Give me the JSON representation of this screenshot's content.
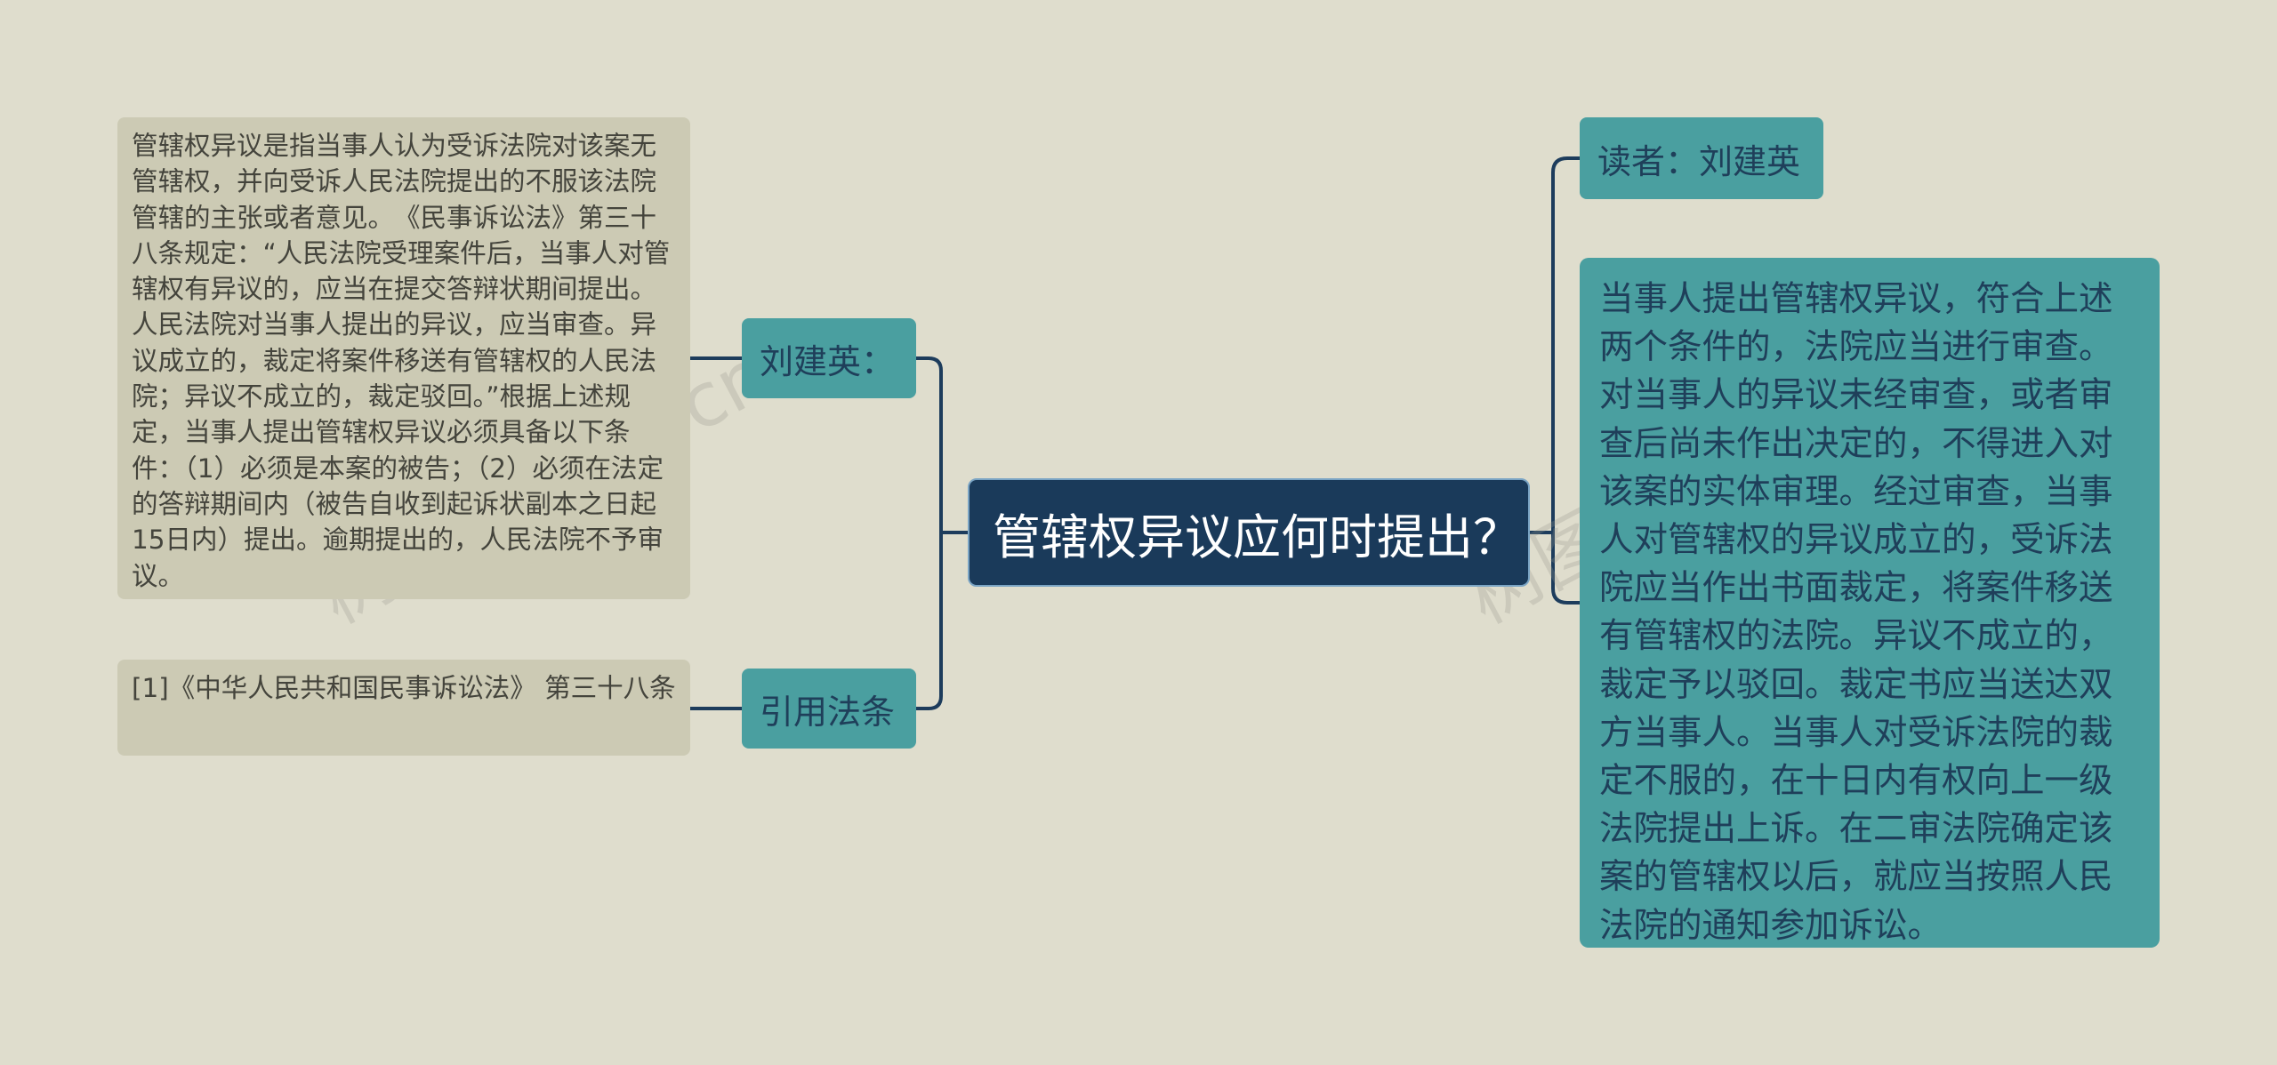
{
  "root": {
    "title": "管辖权异议应何时提出？"
  },
  "left_branches": {
    "liu": {
      "label": "刘建英：",
      "text": "管辖权异议是指当事人认为受诉法院对该案无管辖权，并向受诉人民法院提出的不服该法院管辖的主张或者意见。　《民事诉讼法》第三十八条规定：“人民法院受理案件后，当事人对管辖权有异议的，应当在提交答辩状期间提出。人民法院对当事人提出的异议，应当审查。异议成立的，裁定将案件移送有管辖权的人民法院；异议不成立的，裁定驳回。”根据上述规定，当事人提出管辖权异议必须具备以下条件：（1）必须是本案的被告；（2）必须在法定的答辩期间内（被告自收到起诉状副本之日起15日内）提出。逾期提出的，人民法院不予审议。"
    },
    "law": {
      "label": "引用法条",
      "text": "[1]《中华人民共和国民事诉讼法》 第三十八条"
    }
  },
  "right_branch": {
    "reader": "读者：刘建英",
    "text": "当事人提出管辖权异议，符合上述两个条件的，法院应当进行审查。对当事人的异议未经审查，或者审查后尚未作出决定的，不得进入对该案的实体审理。经过审查，当事人对管辖权的异议成立的，受诉法院应当作出书面裁定，将案件移送有管辖权的法院。异议不成立的，裁定予以驳回。裁定书应当送达双方当事人。当事人对受诉法院的裁定不服的，在十日内有权向上一级法院提出上诉。在二审法院确定该案的管辖权以后，就应当按照人民法院的通知参加诉讼。"
  },
  "watermarks": [
    "树图 shutu.cn",
    "树图 shutu.cn"
  ],
  "colors": {
    "background": "#dfddcd",
    "root_fill": "#1a3a5a",
    "branch_fill": "#4a9fa0",
    "leaf_fill": "#cccab4",
    "connector": "#1d3c5c"
  }
}
